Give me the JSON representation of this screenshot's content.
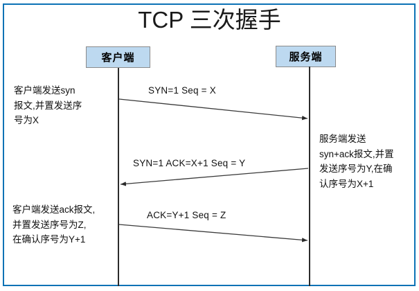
{
  "diagram": {
    "title": "TCP 三次握手",
    "frame_color": "#0b72b5",
    "node_fill": "#bdd9f0",
    "node_border": "#8a8a8a",
    "lifeline_color": "#2b2b2b",
    "arrow_color": "#3a3a3a"
  },
  "participants": [
    {
      "id": "client",
      "label": "客户端"
    },
    {
      "id": "server",
      "label": "服务端"
    }
  ],
  "messages": [
    {
      "step": 1,
      "label": "SYN=1  Seq = X",
      "from": "client",
      "to": "server",
      "direction": "right"
    },
    {
      "step": 2,
      "label": "SYN=1  ACK=X+1 Seq = Y",
      "from": "server",
      "to": "client",
      "direction": "left"
    },
    {
      "step": 3,
      "label": "ACK=Y+1 Seq = Z",
      "from": "client",
      "to": "server",
      "direction": "right"
    }
  ],
  "notes": [
    {
      "id": "client-1",
      "side": "left",
      "text": "客户端发送syn\n报文,并置发送序\n号为X"
    },
    {
      "id": "server-1",
      "side": "right",
      "text": "服务端发送\nsyn+ack报文,并置\n发送序号为Y,在确\n认序号为X+1"
    },
    {
      "id": "client-2",
      "side": "left",
      "text": "客户端发送ack报文,\n并置发送序号为Z,\n在确认序号为Y+1"
    }
  ]
}
